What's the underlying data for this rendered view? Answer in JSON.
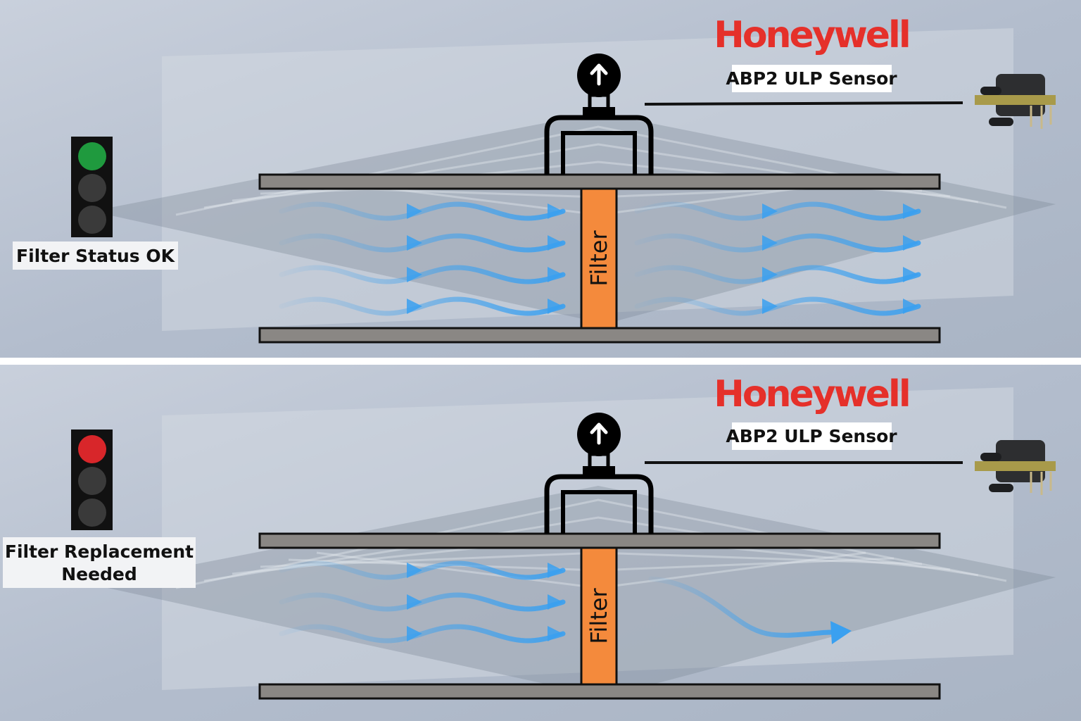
{
  "colors": {
    "brand": "#e5302a",
    "filter": "#f48a3c",
    "airflow": "#3aa0f0",
    "pipe": "#8a8784",
    "green": "#1f9a3e",
    "red": "#d8262a",
    "off": "#3a3a3a"
  },
  "panels": [
    {
      "brand": "Honeywell",
      "sensor_label": "ABP2 ULP Sensor",
      "filter_label": "Filter",
      "status_lines": [
        "Filter Status OK"
      ],
      "active_light": "green",
      "flow": "normal"
    },
    {
      "brand": "Honeywell",
      "sensor_label": "ABP2 ULP Sensor",
      "filter_label": "Filter",
      "status_lines": [
        "Filter Replacement",
        "Needed"
      ],
      "active_light": "red",
      "flow": "restricted"
    }
  ]
}
